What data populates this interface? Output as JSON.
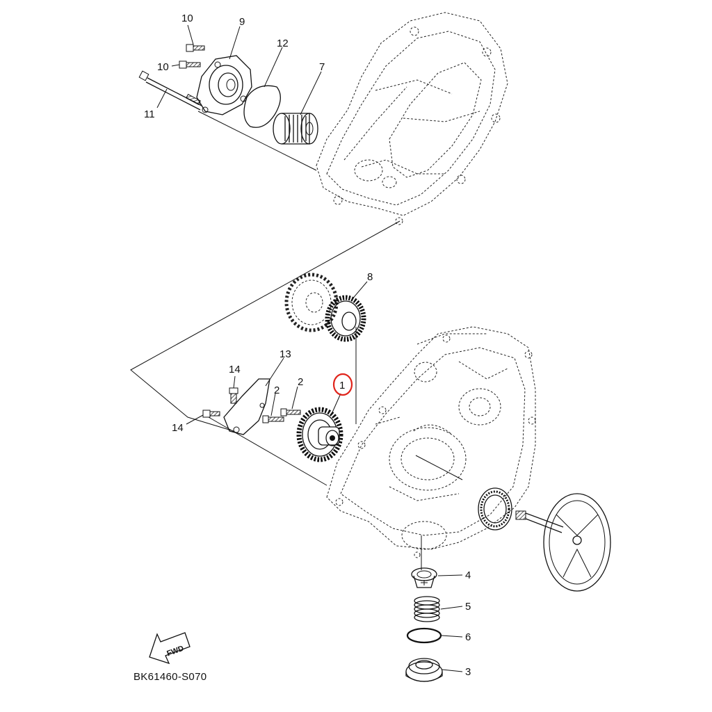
{
  "diagram": {
    "code": "BK61460-S070",
    "fwd_label": "FWD",
    "highlight_color": "#e0241b",
    "highlighted_part": "1",
    "callouts": {
      "p1": "1",
      "p2": "2",
      "p3": "3",
      "p4": "4",
      "p5": "5",
      "p6": "6",
      "p7": "7",
      "p8": "8",
      "p9": "9",
      "p10a": "10",
      "p10b": "10",
      "p11": "11",
      "p12": "12",
      "p13": "13",
      "p14a": "14",
      "p14b": "14"
    }
  }
}
